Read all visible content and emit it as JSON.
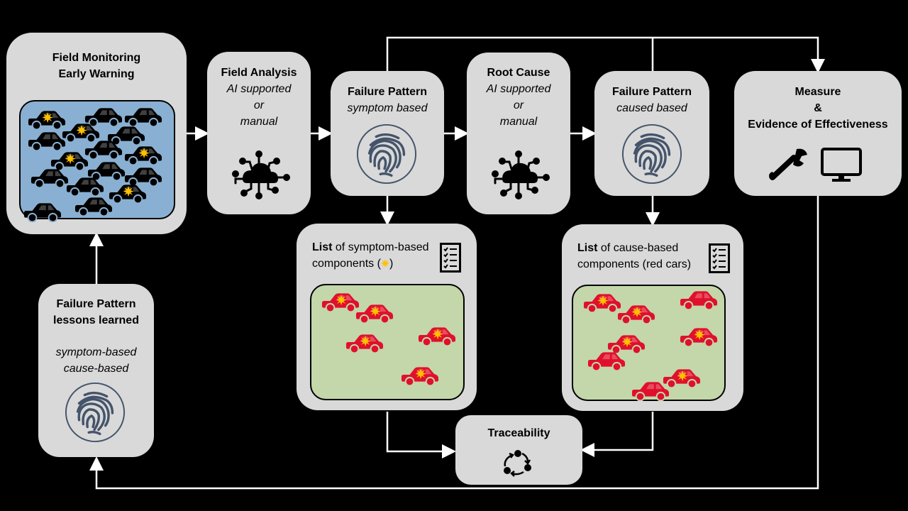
{
  "colors": {
    "background": "#000000",
    "box": "#d9d9d9",
    "field_panel": "#89b0d2",
    "list_panel": "#c3d7aa",
    "fingerprint": "#44546a",
    "red_car": "#e0102c",
    "spark": "#ffc000",
    "connector": "#ffffff"
  },
  "field_monitoring": {
    "title_line1": "Field Monitoring",
    "title_line2": "Early Warning",
    "cars_total": 16,
    "cars_with_symptom": 5
  },
  "field_analysis": {
    "title": "Field Analysis",
    "sub1": "AI supported",
    "sub2": "or",
    "sub3": "manual",
    "icon": "ai-cloud-icon"
  },
  "failure_pattern_symptom": {
    "title": "Failure Pattern",
    "sub": "symptom based",
    "icon": "fingerprint-icon"
  },
  "root_cause": {
    "title": "Root Cause",
    "sub1": "AI supported",
    "sub2": "or",
    "sub3": "manual",
    "icon": "ai-cloud-icon"
  },
  "failure_pattern_cause": {
    "title": "Failure Pattern",
    "sub": "caused based",
    "icon": "fingerprint-icon"
  },
  "measure": {
    "line1": "Measure",
    "line2": "&",
    "line3": "Evidence of Effectiveness",
    "icons": [
      "wrench-icon",
      "monitor-icon"
    ]
  },
  "list_symptom": {
    "bold": "List",
    "rest1": " of symptom-based",
    "rest2": "components (",
    "rest3": ")",
    "icon": "checklist-icon",
    "cars": 5
  },
  "list_cause": {
    "bold": "List",
    "rest1": " of cause-based",
    "line2": "components (red cars)",
    "icon": "checklist-icon",
    "cars": 8
  },
  "lessons": {
    "title1": "Failure Pattern",
    "title2": "lessons learned",
    "sub1": "symptom-based",
    "sub2": "cause-based",
    "icon": "fingerprint-icon"
  },
  "traceability": {
    "title": "Traceability",
    "icon": "cycle-icon"
  }
}
